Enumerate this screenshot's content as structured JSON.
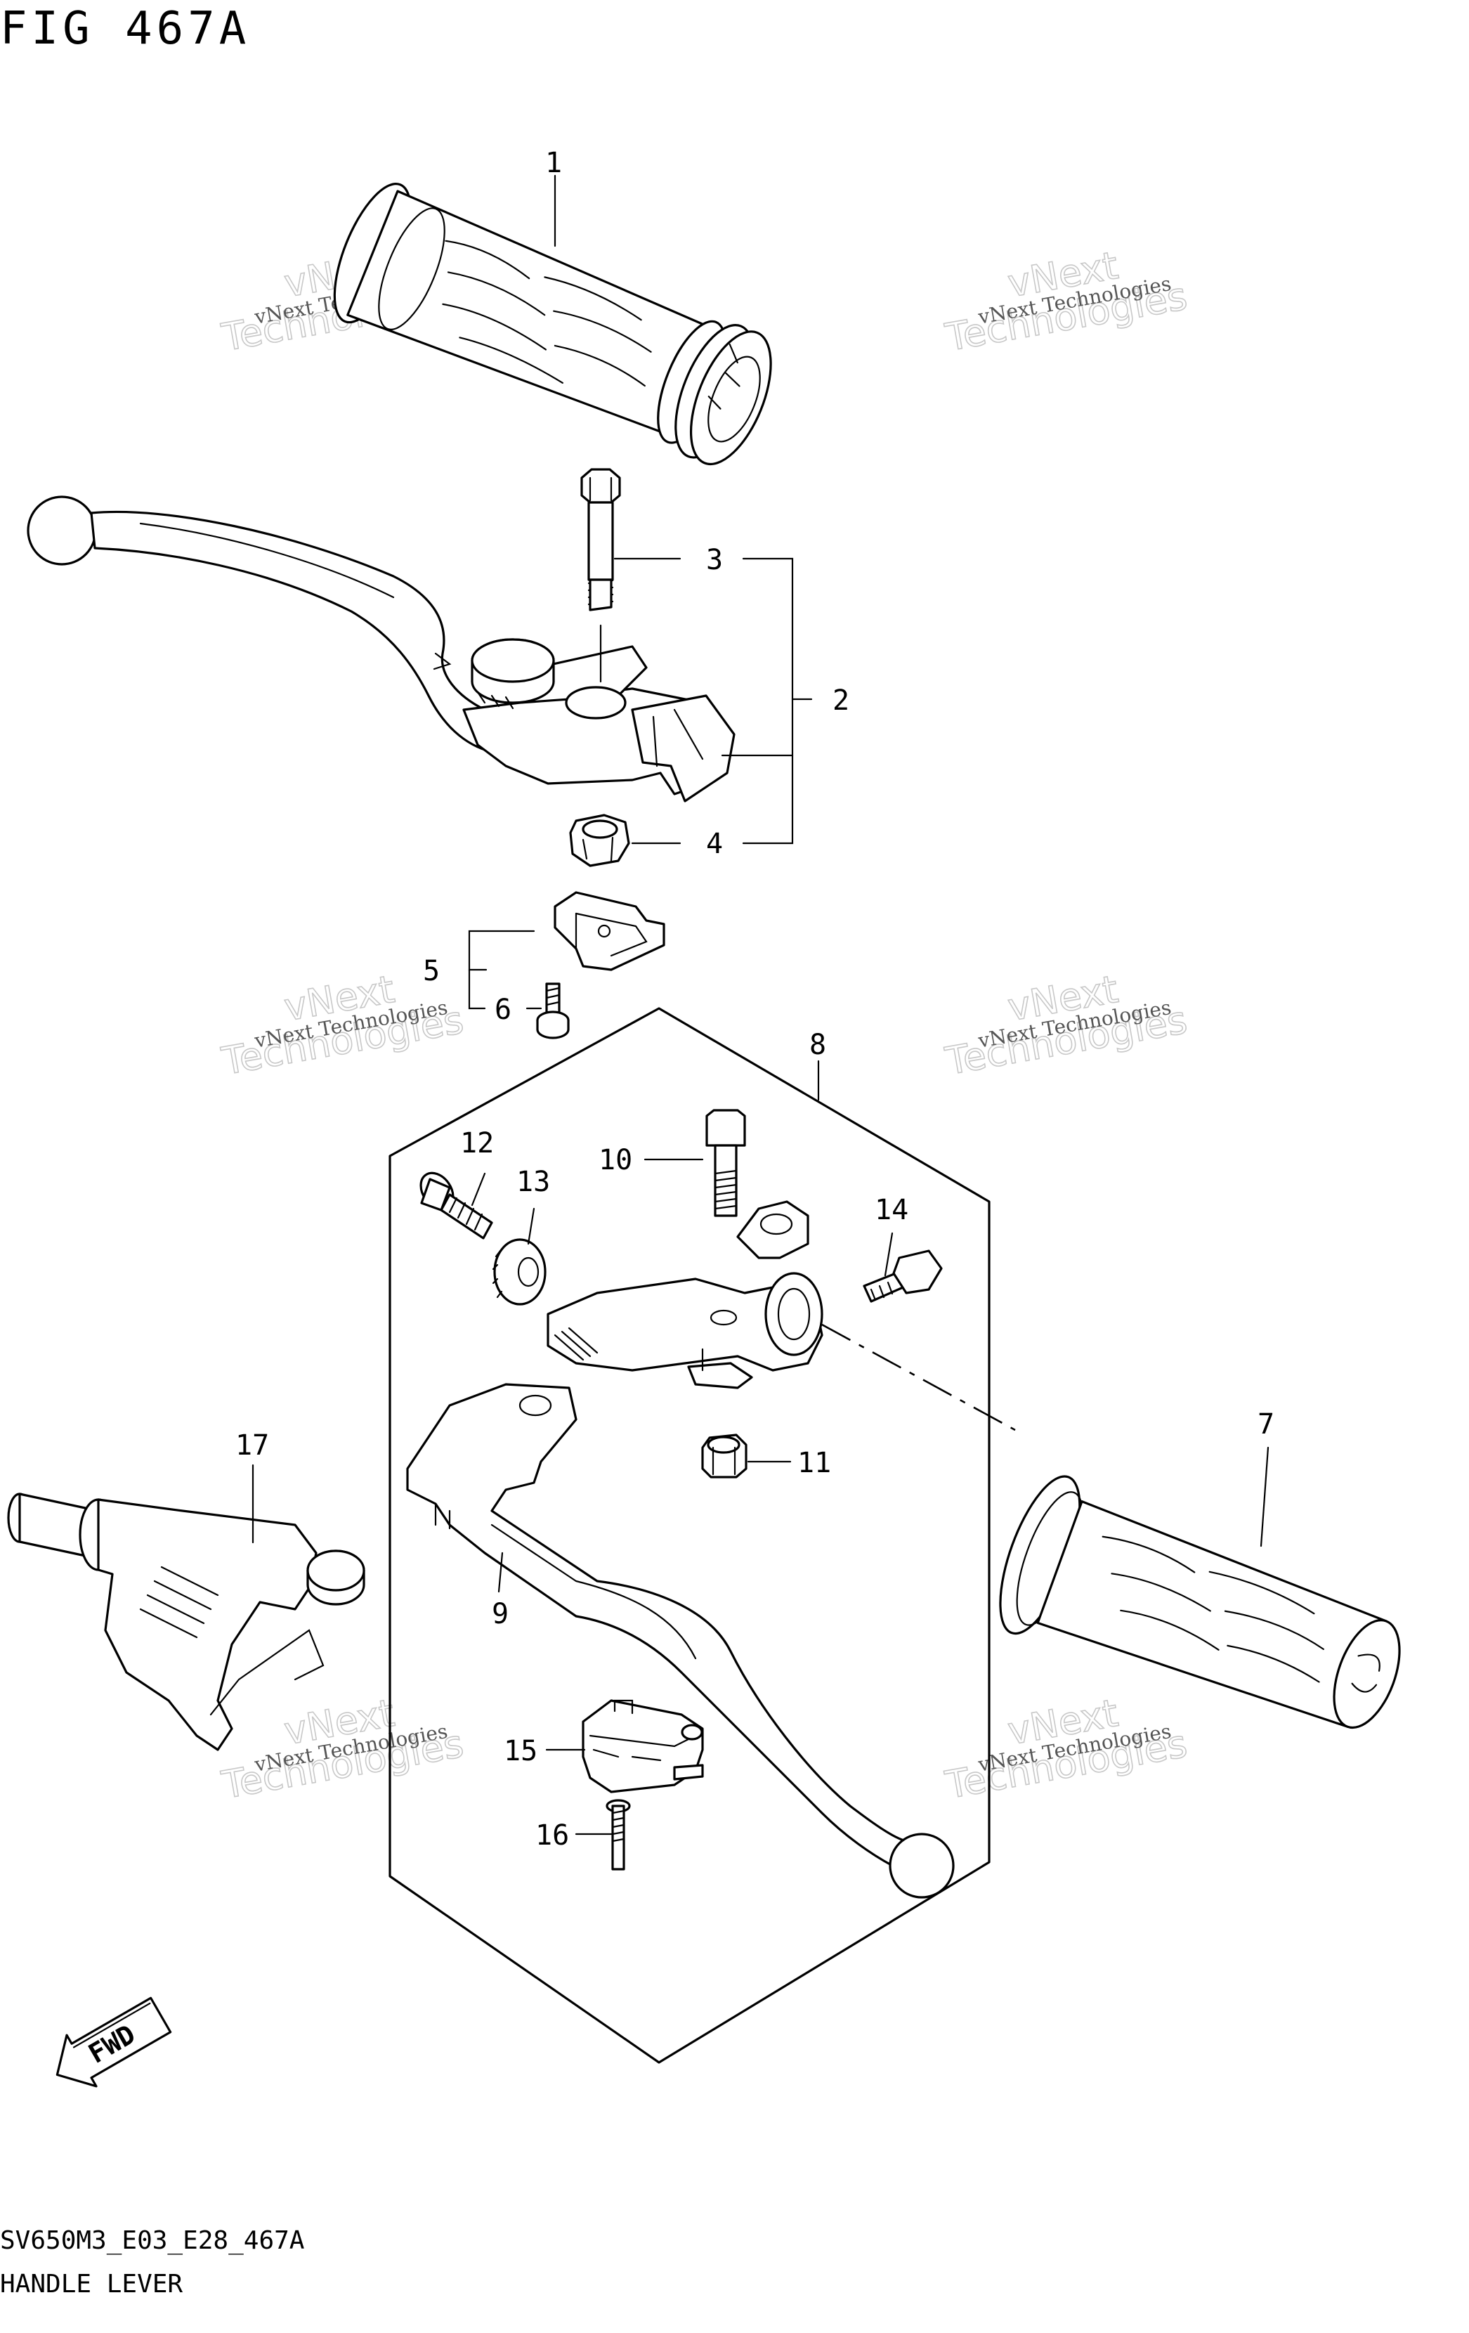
{
  "figure": {
    "title": "FIG 467A",
    "model_code": "SV650M3_E03_E28_467A",
    "section_name": "HANDLE LEVER"
  },
  "callouts": [
    {
      "id": "1"
    },
    {
      "id": "2"
    },
    {
      "id": "3"
    },
    {
      "id": "4"
    },
    {
      "id": "5"
    },
    {
      "id": "6"
    },
    {
      "id": "7"
    },
    {
      "id": "8"
    },
    {
      "id": "9"
    },
    {
      "id": "10"
    },
    {
      "id": "11"
    },
    {
      "id": "12"
    },
    {
      "id": "13"
    },
    {
      "id": "14"
    },
    {
      "id": "15"
    },
    {
      "id": "16"
    },
    {
      "id": "17"
    }
  ],
  "direction_badge": "FWD",
  "watermark": {
    "line_small": "vNext Technologies",
    "line_big_1": "vNext",
    "line_big_2": "Technologies"
  }
}
